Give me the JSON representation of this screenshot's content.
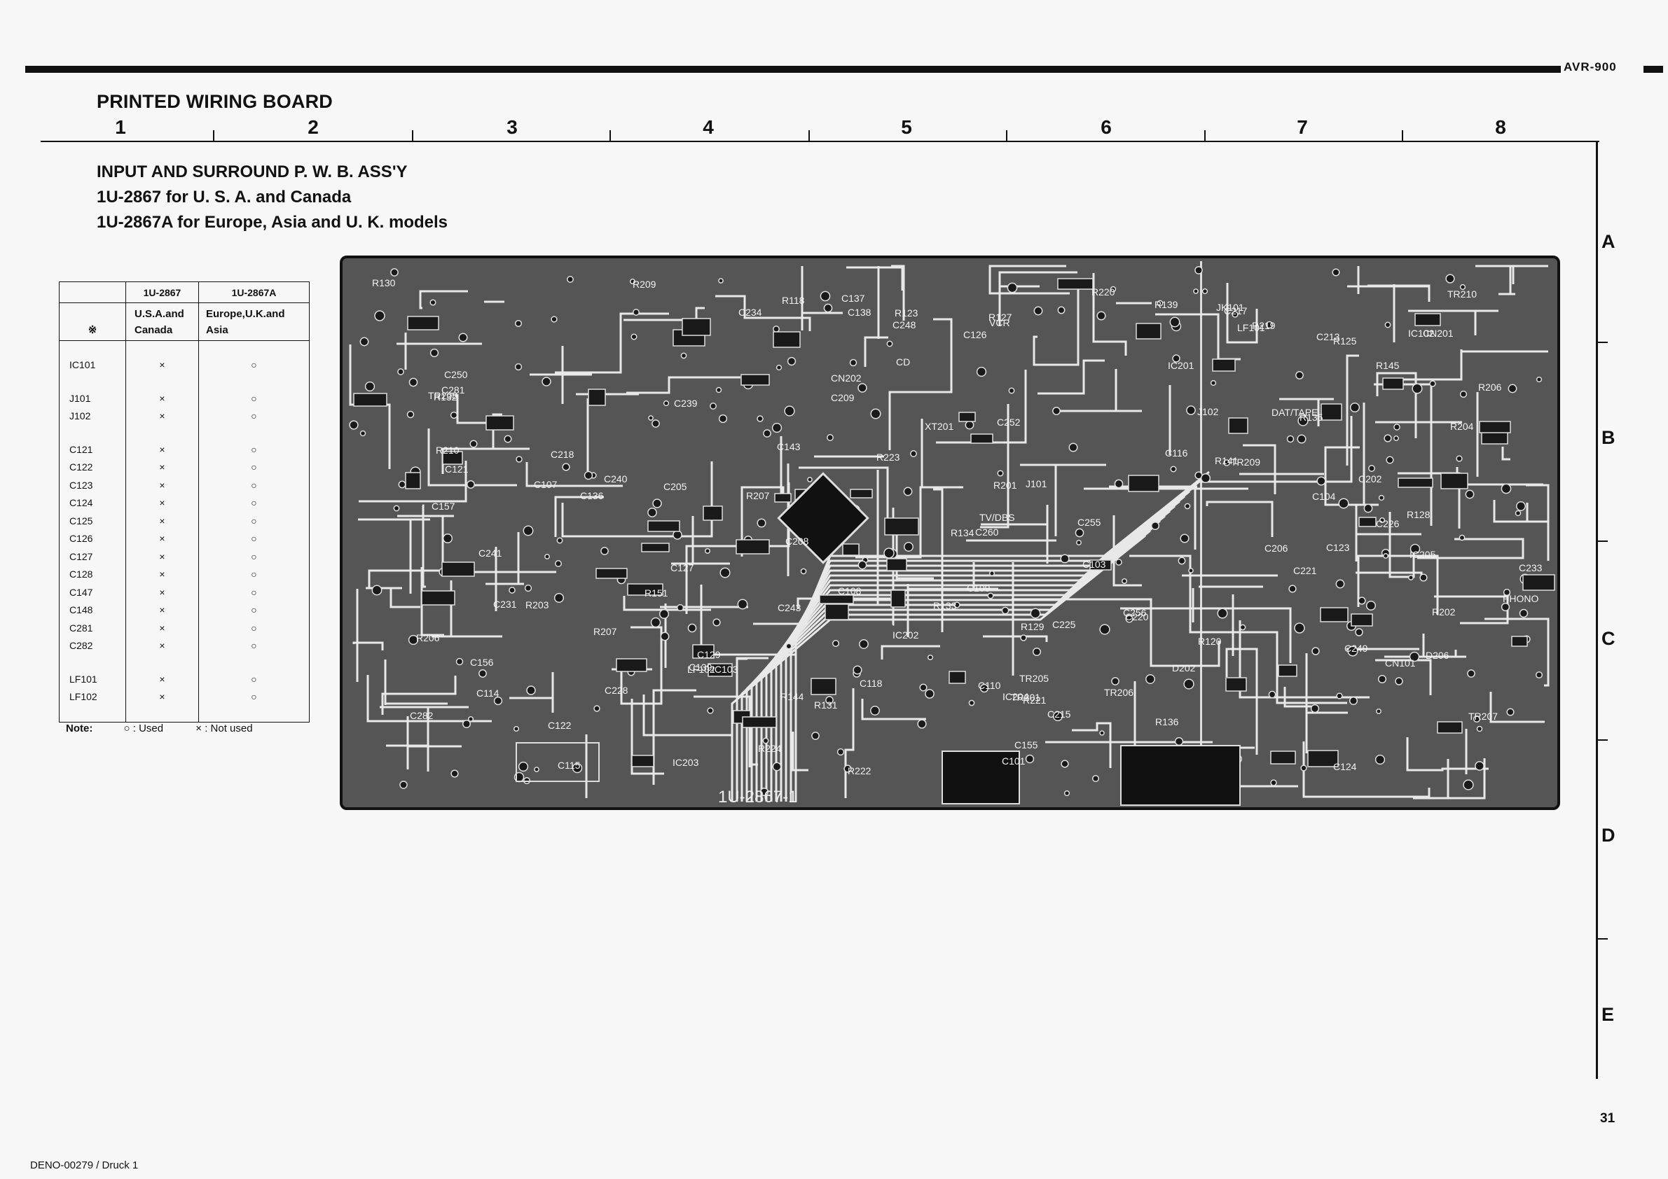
{
  "header": {
    "model": "AVR-900",
    "section_title": "PRINTED WIRING BOARD"
  },
  "grid": {
    "columns": [
      "1",
      "2",
      "3",
      "4",
      "5",
      "6",
      "7",
      "8"
    ],
    "rows": [
      "A",
      "B",
      "C",
      "D",
      "E"
    ]
  },
  "subtitle": {
    "line1": "INPUT AND SURROUND P. W. B. ASS'Y",
    "line2": "1U-2867 for U. S. A. and Canada",
    "line3": "1U-2867A for Europe, Asia and U. K. models"
  },
  "legend": {
    "col1_header": "1U-2867",
    "col2_header": "1U-2867A",
    "star": "※",
    "col1_sub": "U.S.A.and Canada",
    "col2_sub": "Europe,U.K.and Asia",
    "groups": [
      [
        {
          "part": "IC101",
          "a": "×",
          "b": "○"
        }
      ],
      [
        {
          "part": "J101",
          "a": "×",
          "b": "○"
        },
        {
          "part": "J102",
          "a": "×",
          "b": "○"
        }
      ],
      [
        {
          "part": "C121",
          "a": "×",
          "b": "○"
        },
        {
          "part": "C122",
          "a": "×",
          "b": "○"
        },
        {
          "part": "C123",
          "a": "×",
          "b": "○"
        },
        {
          "part": "C124",
          "a": "×",
          "b": "○"
        },
        {
          "part": "C125",
          "a": "×",
          "b": "○"
        },
        {
          "part": "C126",
          "a": "×",
          "b": "○"
        },
        {
          "part": "C127",
          "a": "×",
          "b": "○"
        },
        {
          "part": "C128",
          "a": "×",
          "b": "○"
        },
        {
          "part": "C147",
          "a": "×",
          "b": "○"
        },
        {
          "part": "C148",
          "a": "×",
          "b": "○"
        },
        {
          "part": "C281",
          "a": "×",
          "b": "○"
        },
        {
          "part": "C282",
          "a": "×",
          "b": "○"
        }
      ],
      [
        {
          "part": "LF101",
          "a": "×",
          "b": "○"
        },
        {
          "part": "LF102",
          "a": "×",
          "b": "○"
        }
      ]
    ]
  },
  "note": {
    "label": "Note:",
    "used": "○ : Used",
    "not_used": "× : Not used"
  },
  "board": {
    "board_label": "1U-2867-1",
    "silkscreen": [
      "TR208",
      "TR209",
      "TR207",
      "C240",
      "C241",
      "R222",
      "R224",
      "R223",
      "R221",
      "C239",
      "C255",
      "IC203",
      "C250",
      "C243",
      "D206",
      "R210",
      "R203",
      "D202",
      "R219",
      "C217",
      "R220",
      "C218",
      "R207",
      "C206",
      "C209",
      "R201",
      "C205",
      "IC201",
      "C208",
      "R207",
      "R204",
      "R206",
      "C202",
      "C249",
      "C248",
      "C260",
      "XT201",
      "IC202",
      "C252",
      "C220",
      "C215",
      "C225",
      "IC205",
      "IC204",
      "R206",
      "R202",
      "TR205",
      "TR206",
      "C226",
      "C228",
      "C213",
      "C233",
      "C234",
      "C231",
      "C157",
      "C155",
      "R120",
      "C156",
      "IC103",
      "C116",
      "R118",
      "C115",
      "C282",
      "C137",
      "R145",
      "IC102",
      "C136",
      "C138",
      "C281",
      "C139",
      "C143",
      "C118",
      "C110",
      "C104",
      "C108",
      "C107",
      "C101",
      "C114",
      "LF101",
      "C109",
      "C103",
      "C129",
      "LF102",
      "JK101",
      "J101",
      "J102",
      "R134",
      "R131",
      "R133",
      "R132",
      "R130",
      "R139",
      "R136",
      "R135",
      "R144",
      "R141",
      "R151",
      "R127",
      "C127",
      "R123",
      "C126",
      "R125",
      "R128",
      "R129",
      "C124",
      "C121",
      "C122",
      "C123",
      "CN201",
      "CN202",
      "CN101",
      "TR201",
      "TR210",
      "C256",
      "R209",
      "C221",
      "PHONO",
      "VCR",
      "TV/DBS",
      "DAT/TAPE",
      "CD"
    ]
  },
  "page_number": "31",
  "footer": "DENO-00279 / Druck 1"
}
